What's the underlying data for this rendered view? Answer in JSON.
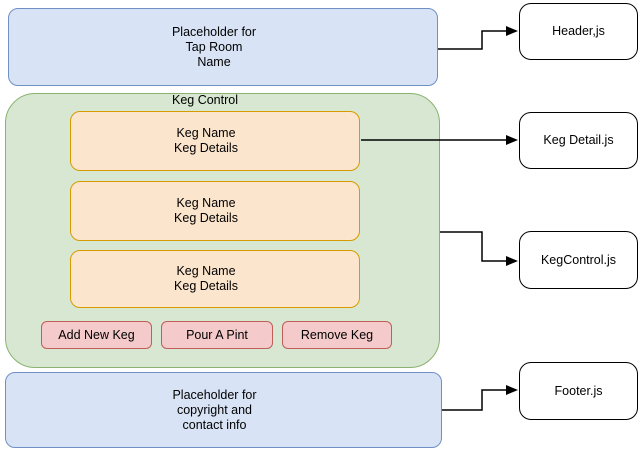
{
  "colors": {
    "canvas-bg": "#ffffff",
    "blue-fill": "#d8e4f6",
    "blue-stroke": "#7090c4",
    "green-fill": "#d7e7d2",
    "green-stroke": "#8ab370",
    "orange-fill": "#fce5cd",
    "orange-stroke": "#d79b00",
    "pink-fill": "#f4caca",
    "pink-stroke": "#c05f5a",
    "component-fill": "#ffffff",
    "component-stroke": "#000000",
    "arrow": "#000000",
    "text": "#000000"
  },
  "diagram": {
    "header_placeholder": {
      "text": "Placeholder for\nTap Room\nName"
    },
    "keg_control": {
      "title": "Keg Control",
      "kegs": [
        {
          "text": "Keg Name\nKeg Details"
        },
        {
          "text": "Keg Name\nKeg Details"
        },
        {
          "text": "Keg Name\nKeg Details"
        }
      ],
      "buttons": [
        {
          "label": "Add New Keg"
        },
        {
          "label": "Pour A Pint"
        },
        {
          "label": "Remove Keg"
        }
      ]
    },
    "footer_placeholder": {
      "text": "Placeholder for\ncopyright and\ncontact info"
    },
    "components": [
      {
        "label": "Header,js"
      },
      {
        "label": "Keg Detail.js"
      },
      {
        "label": "KegControl.js"
      },
      {
        "label": "Footer.js"
      }
    ]
  }
}
